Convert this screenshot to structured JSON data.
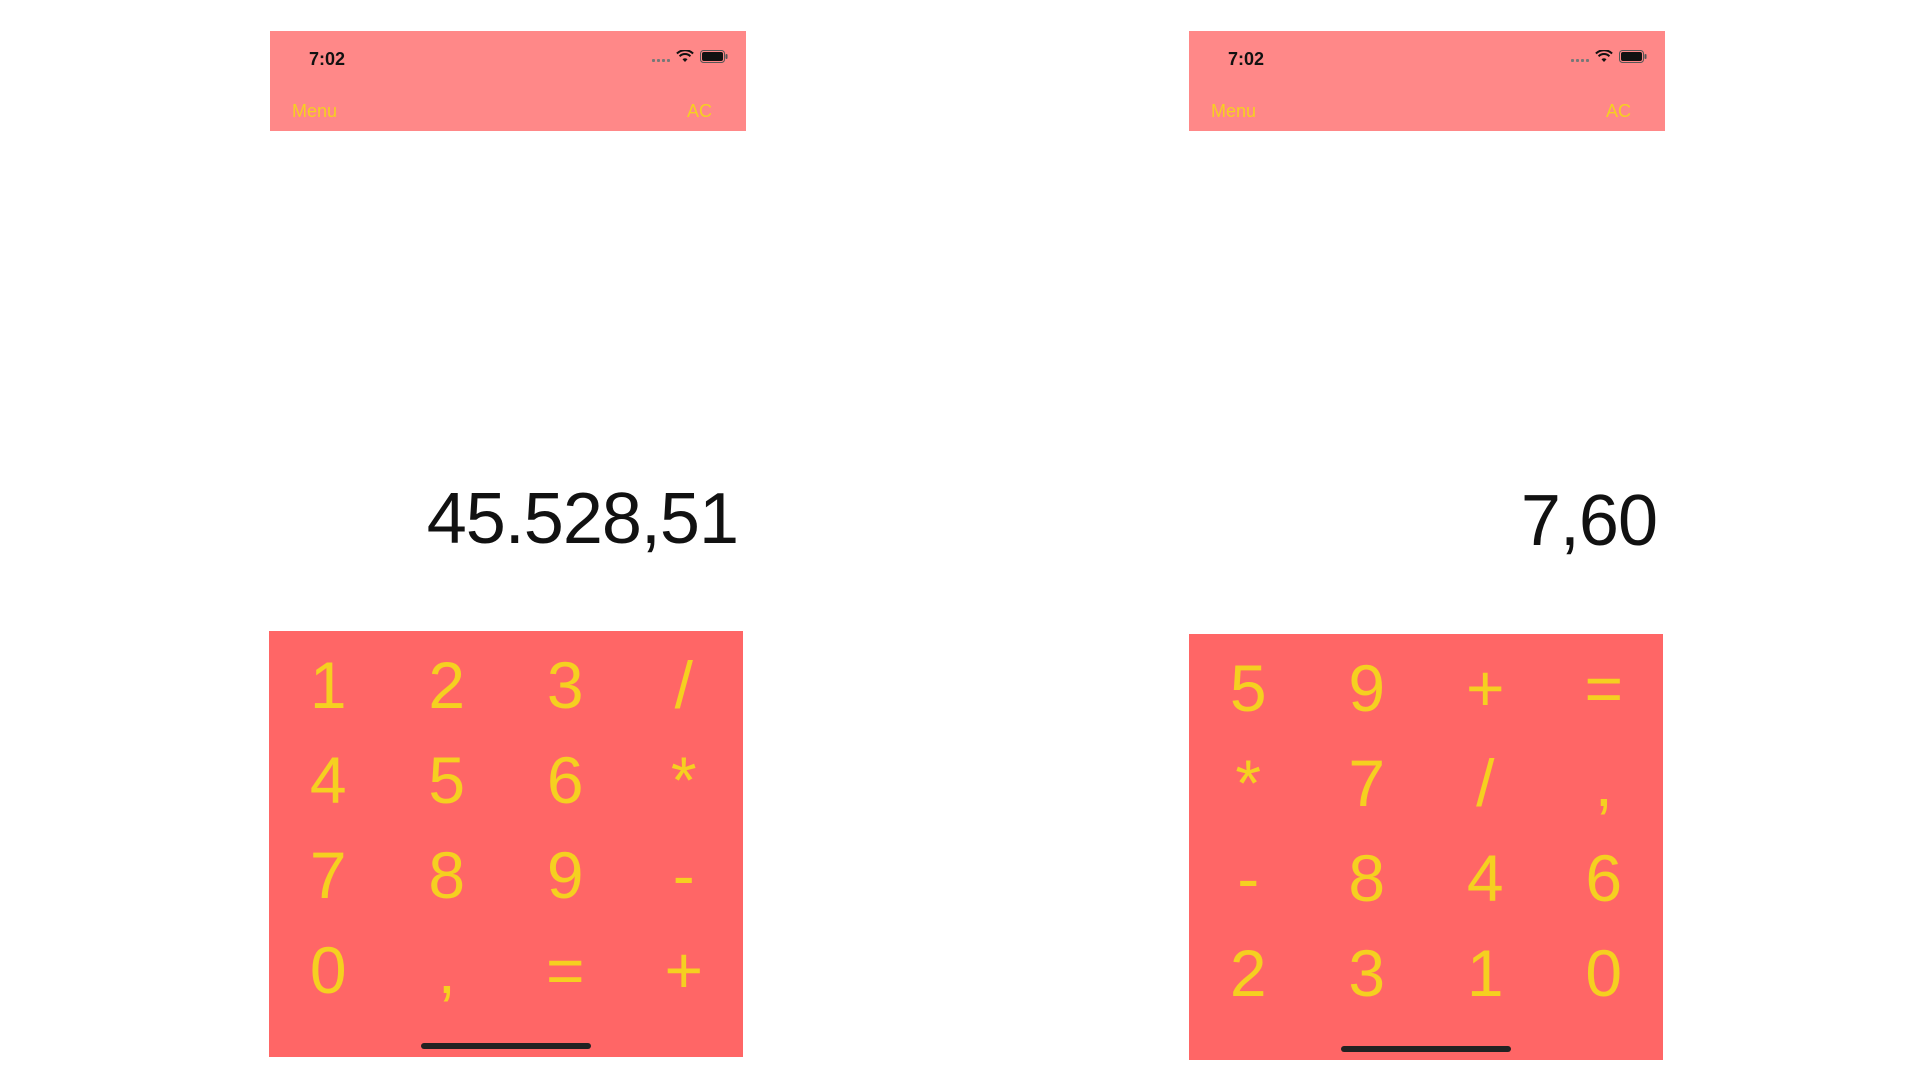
{
  "phones": [
    {
      "status_time": "7:02",
      "menu_label": "Menu",
      "clear_label": "AC",
      "display": "45.528,51",
      "keys": [
        "1",
        "2",
        "3",
        "/",
        "4",
        "5",
        "6",
        "*",
        "7",
        "8",
        "9",
        "-",
        "0",
        ",",
        "=",
        "+"
      ]
    },
    {
      "status_time": "7:02",
      "menu_label": "Menu",
      "clear_label": "AC",
      "display": "7,60",
      "keys": [
        "5",
        "9",
        "+",
        "=",
        "*",
        "7",
        "/",
        ",",
        "-",
        "8",
        "4",
        "6",
        "2",
        "3",
        "1",
        "0"
      ]
    }
  ],
  "colors": {
    "header_bg": "#ff8888",
    "keypad_bg": "#ff6666",
    "accent_text": "#f5d020"
  },
  "icons": [
    "signal-icon",
    "wifi-icon",
    "battery-icon"
  ]
}
